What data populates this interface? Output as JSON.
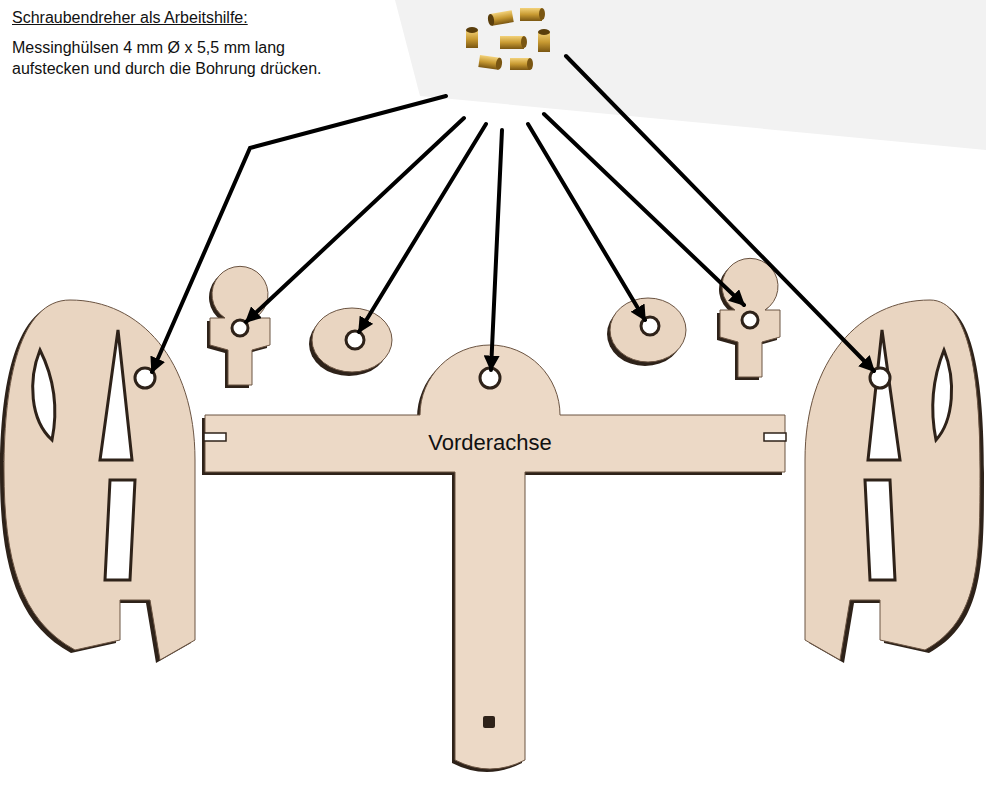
{
  "diagram": {
    "title": "Schraubendreher als Arbeitshilfe:",
    "labels": [
      "Messinghülsen 4 mm Ø x 5,5 mm lang aufstecken und durch die Bohrung drücken.",
      "Vorderachse"
    ]
  }
}
